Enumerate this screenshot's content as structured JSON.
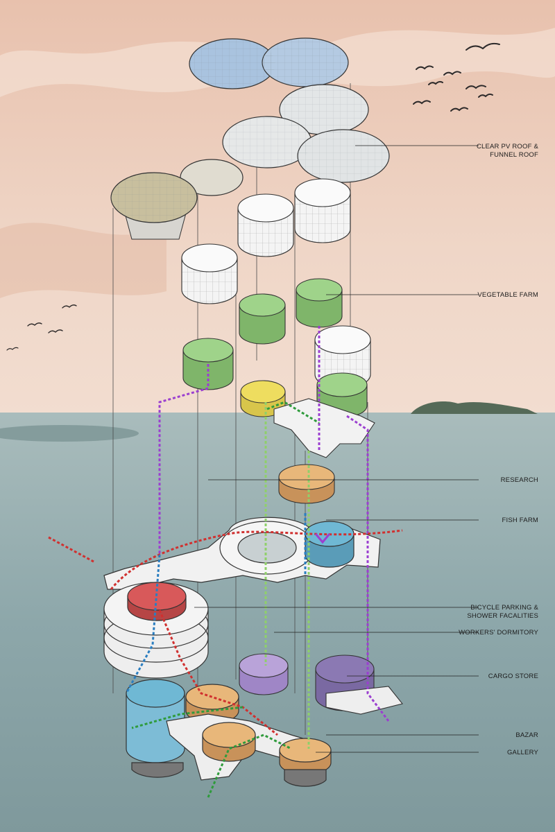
{
  "labels": {
    "roof_line1": "CLEAR PV ROOF &",
    "roof_line2": "FUNNEL ROOF",
    "vegetable_farm": "VEGETABLE FARM",
    "research": "RESEARCH",
    "fish_farm": "FISH FARM",
    "bicycle_line1": "BICYCLE PARKING &",
    "bicycle_line2": "SHOWER FACALITIES",
    "workers_dormitory": "WORKERS' DORMITORY",
    "cargo_store": "CARGO STORE",
    "bazar": "BAZAR",
    "gallery": "GALLERY"
  },
  "colors": {
    "sky": "#efd3c3",
    "sea": "#8ea9ac",
    "pv_roof_blue": "#a9c3df",
    "pv_roof_clear": "#dde3e6",
    "funnel_roof": "#c8bf9e",
    "vegetable_green": "#7fb56a",
    "research_orange": "#e8b77a",
    "fish_blue": "#6fb8d4",
    "bicycle_red": "#d8595a",
    "dormitory_purple": "#b9a3d9",
    "cargo_purple": "#8b79b3",
    "bazar_yellow": "#eedd5f",
    "route_red": "#d0302f",
    "route_purple": "#9b3fd0",
    "route_green": "#2f9b3c",
    "route_blue": "#2b7ec0",
    "route_lightgreen": "#8fd06a"
  }
}
